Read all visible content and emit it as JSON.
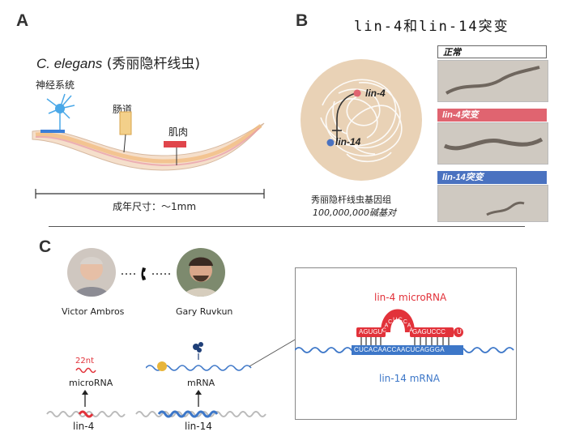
{
  "panel_a": {
    "letter": "A",
    "title_italic": "C. elegans",
    "title_rest": "(秀丽隐杆线虫)",
    "label_nerve": "神经系统",
    "label_gut": "肠道",
    "label_muscle": "肌肉",
    "scale_text": "成年尺寸：～1mm"
  },
  "panel_b": {
    "letter": "B",
    "title": "lin-4和lin-14突变",
    "gene_a": "lin-4",
    "gene_b": "lin-14",
    "genome_label": "秀丽隐杆线虫基因组",
    "genome_size": "100,000,000碱基对",
    "bar_normal": "正常",
    "bar_lin4": "lin-4突变",
    "bar_lin14": "lin-14突变",
    "colors": {
      "lin4": "#e06470",
      "lin14": "#4a72c0",
      "normal": "#ffffff"
    }
  },
  "panel_c": {
    "letter": "C",
    "person1": "Victor Ambros",
    "person2": "Gary Ruvkun",
    "nt_label": "22nt",
    "microrna_label": "microRNA",
    "mrna_label": "mRNA",
    "gene_lin4": "lin-4",
    "gene_lin14": "lin-14",
    "zoom_title": "lin-4 microRNA",
    "zoom_bottom": "lin-14 mRNA",
    "seq_left": "AGUGU",
    "seq_loop": "ACUCC",
    "seq_right": "GAGUCCC",
    "seq_end": "U",
    "seq_mrna": "CUCACAACCAACUCAGGGA",
    "loop_letters": [
      "C",
      "A",
      "C",
      "U",
      "C",
      "C",
      "A",
      "A"
    ],
    "colors": {
      "red": "#e2323a",
      "blue": "#3d77c8"
    }
  }
}
